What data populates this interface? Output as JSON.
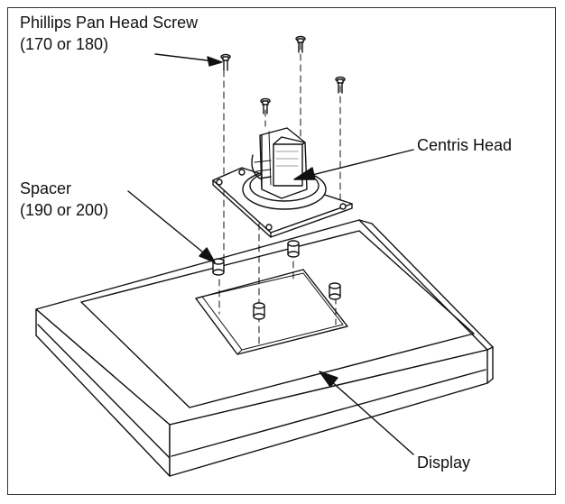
{
  "labels": {
    "screw_line1": "Phillips Pan Head Screw",
    "screw_line2": "(170 or 180)",
    "centris": "Centris Head",
    "spacer_line1": "Spacer",
    "spacer_line2": "(190 or 200)",
    "display": "Display"
  },
  "colors": {
    "stroke": "#111111",
    "fill": "#ffffff",
    "shade": "#9a9a9a"
  }
}
